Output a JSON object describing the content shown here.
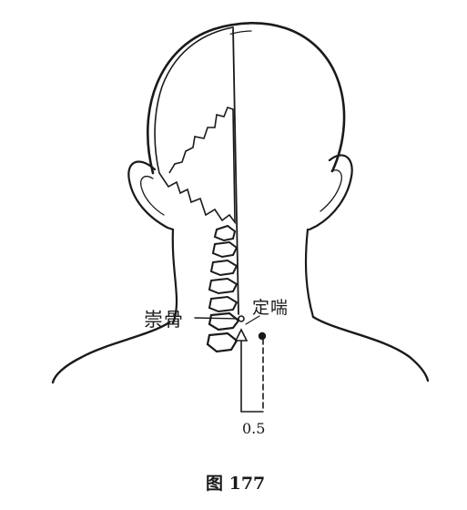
{
  "labels": {
    "chonggu": "崇骨",
    "dingchuan": "定喘",
    "measure": "0.5",
    "caption": "图 177"
  },
  "colors": {
    "ink": "#1a1a1a",
    "paper": "#ffffff"
  }
}
